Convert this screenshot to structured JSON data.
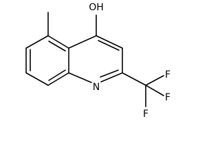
{
  "molecule": {
    "atoms": {
      "hydroxyl": "OH",
      "ring_nitrogen": "N",
      "fluorine_1": "F",
      "fluorine_2": "F",
      "fluorine_3": "F"
    }
  }
}
